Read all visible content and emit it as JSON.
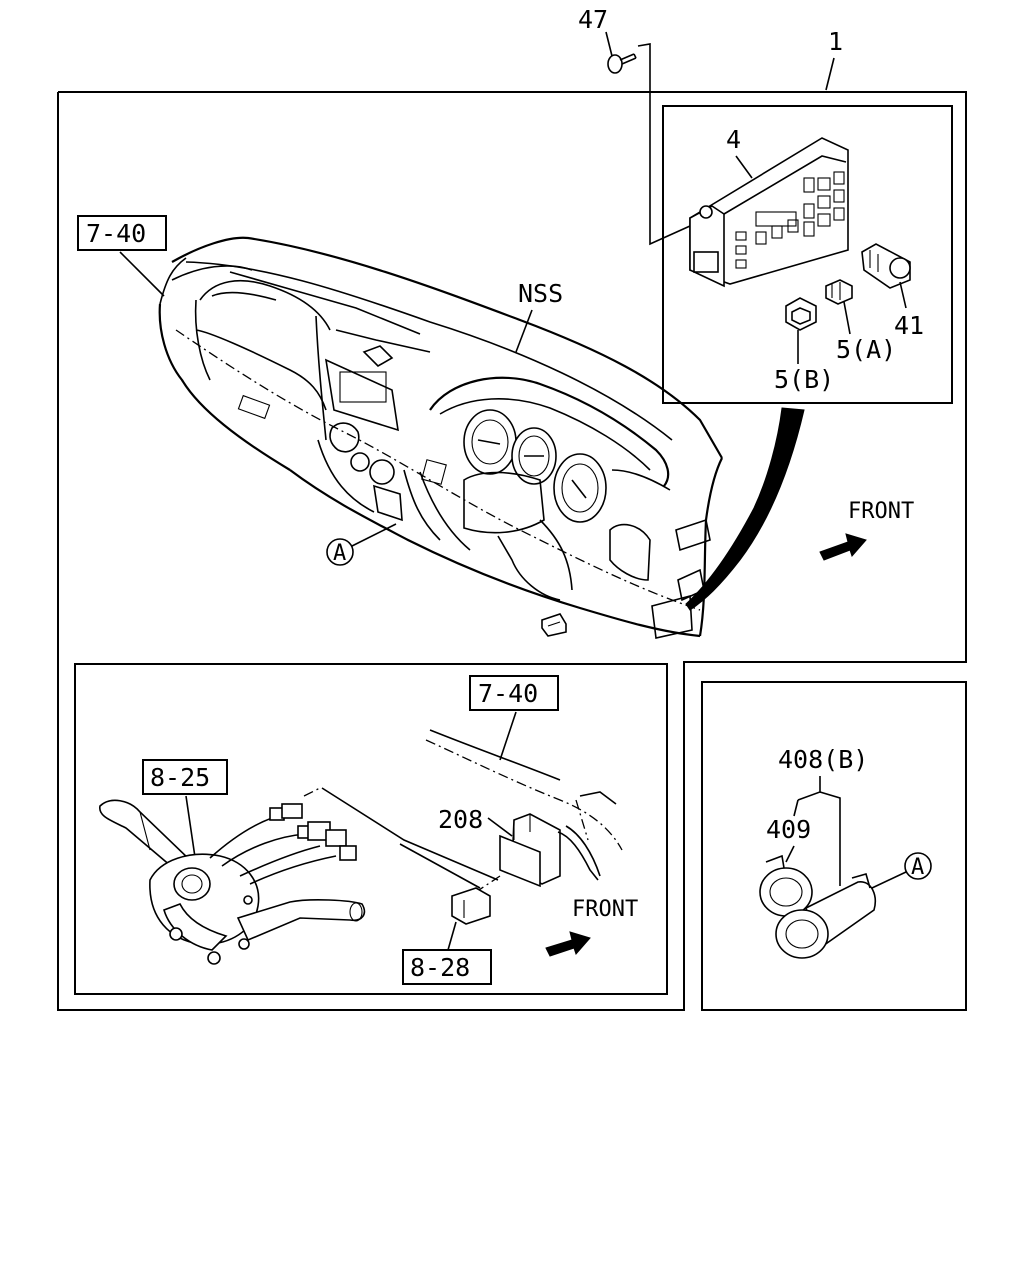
{
  "labels": {
    "screw_47": "47",
    "assembly_1": "1",
    "control_unit_4": "4",
    "ref_7_40_top": "7-40",
    "nss": "NSS",
    "clip_41": "41",
    "switch_5a": "5(A)",
    "switch_5b": "5(B)",
    "front_top": "FRONT",
    "callout_a_dash": "A",
    "ref_7_40_bottom": "7-40",
    "ref_8_25": "8-25",
    "relay_208": "208",
    "front_bottom": "FRONT",
    "ref_8_28": "8-28",
    "socket_408b": "408(B)",
    "cap_409": "409",
    "callout_a_socket": "A"
  },
  "colors": {
    "line": "#000000",
    "background": "#ffffff"
  }
}
